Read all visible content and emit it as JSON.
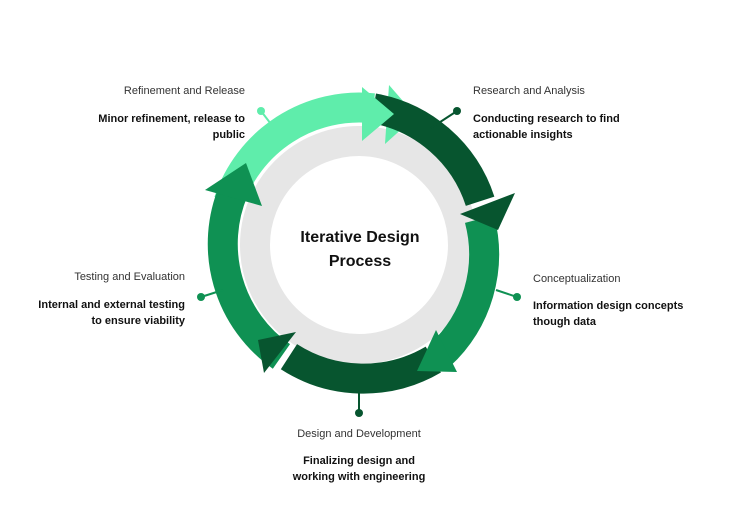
{
  "center": {
    "line1": "Iterative Design",
    "line2": "Process"
  },
  "colors": {
    "light_green": "#5fedab",
    "dark_green": "#07552f",
    "mid_green": "#0f9153",
    "ring_gray": "#e6e6e6"
  },
  "stages": {
    "research": {
      "title": "Research and Analysis",
      "desc_line1": "Conducting research to find",
      "desc_line2": "actionable insights"
    },
    "concept": {
      "title": "Conceptualization",
      "desc_line1": "Information design concepts",
      "desc_line2": "though data"
    },
    "design": {
      "title": "Design and Development",
      "desc_line1": "Finalizing design and",
      "desc_line2": "working with engineering"
    },
    "testing": {
      "title": "Testing and Evaluation",
      "desc_line1": "Internal and external testing",
      "desc_line2": "to ensure viability"
    },
    "refine": {
      "title": "Refinement and Release",
      "desc_line1": "Minor refinement, release to",
      "desc_line2": "public"
    }
  }
}
